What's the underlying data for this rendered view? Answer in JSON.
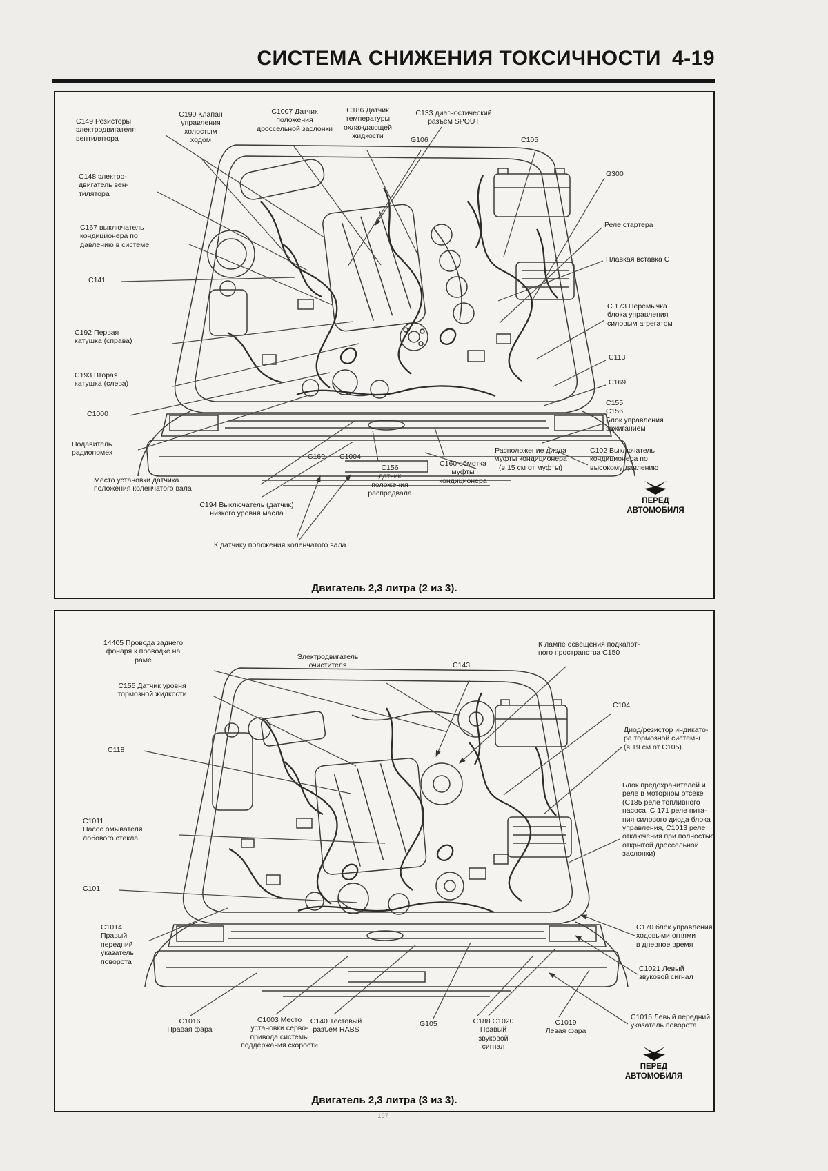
{
  "colors": {
    "paper": "#efedea",
    "ink": "#1f1f1f"
  },
  "header": {
    "title": "СИСТЕМА СНИЖЕНИЯ ТОКСИЧНОСТИ",
    "page_ref": "4-19"
  },
  "page_number": "197",
  "diagram1": {
    "caption": "Двигатель 2,3 литра (2 из 3).",
    "labels": {
      "c149": "C149 Резисторы\nэлектродвигателя\nвентилятора",
      "c148": "C148 электро-\nдвигатель вен-\nтилятора",
      "c167": "C167 выключатель\nкондиционера по\nдавлению в системе",
      "c141": "C141",
      "c192": "C192 Первая\nкатушка (справа)",
      "c193": "C193 Вторая\nкатушка (слева)",
      "c1000": "C1000",
      "radio_suppressor": "Подавитель\nрадиопомех",
      "crank_sensor_location": "Место установки датчика\nположения коленчатого вала",
      "c194": "C194 Выключатель (датчик)\nнизкого уровня масла",
      "to_crank_sensor": "К датчику положения коленчатого вала",
      "c190": "C190 Клапан\nуправления\nхолостым\nходом",
      "c1007": "C1007 Датчик\nположения\nдроссельной заслонки",
      "c186": "C186 Датчик\nтемпературы\nохлаждающей\nжидкости",
      "c133": "C133 диагностический\nразъем SPOUT",
      "g106": "G106",
      "c105": "C105",
      "g300": "G300",
      "starter_relay": "Реле стартера",
      "fuse_link": "Плавкая вставка C",
      "c173": "C 173 Перемычка\nблока управления\nсиловым агрегатом",
      "c113": "C113",
      "c169_right": "C169",
      "ignition_block": "C155\nC156\nБлок управления\nзажиганием",
      "c102": "C102 Выключатель\nкондиционера по\nвысокому давлению",
      "ac_diode": "Расположение диода\nмуфты кондиционера\n(в 15 см от муфты)",
      "c169_bottom": "C169",
      "c1004": "C1004",
      "c156": "C156\nдатчик\nположения\nраспредвала",
      "c160": "C160 обмотка\nмуфты\nкондиционера",
      "front_marker": "ПЕРЕД\nАВТОМОБИЛЯ"
    }
  },
  "diagram2": {
    "caption": "Двигатель 2,3 литра (3 из 3).",
    "labels": {
      "rear_lamp_wires": "14405 Провода заднего\nфонаря к проводке на\nраме",
      "wiper_motor": "Электродвигатель\nочистителя",
      "c143": "C143",
      "underhood_lamp": "К лампе освещения подкапот-\nного пространства C150",
      "c104": "C104",
      "brake_diode": "Диод/резистор индикато-\nра тормозной системы\n(в 19 см от C105)",
      "fuse_relay_box": "Блок предохранителей и\nреле в моторном отсеке\n(C185 реле топливного\nнасоса, C 171 реле пита-\nния силового диода блока\nуправления, C1013 реле\nотключения при полностью\nоткрытой дроссельной\nзаслонки)",
      "c155": "C155 Датчик уровня\nтормозной жидкости",
      "c118": "C118",
      "c1011": "C1011\nНасос омывателя\nлобового стекла",
      "c101": "C101",
      "c1014": "C1014\nПравый\nпередний\nуказатель\nповорота",
      "c170": "C170 блок управления\nходовыми огнями\nв дневное время",
      "c1021": "C1021 Левый\nзвуковой сигнал",
      "c1015": "C1015 Левый передний\nуказатель поворота",
      "c1016": "C1016\nПравая фара",
      "c1003": "C1003 Место\nустановки серво-\nпривода системы\nподдержания скорости",
      "c140": "C140 Тестовый\nразъем RABS",
      "g105": "G105",
      "c188_c1020": "C188 C1020\nПравый\nзвуковой\nсигнал",
      "c1019": "C1019\nЛевая фара",
      "front_marker": "ПЕРЕД\nАВТОМОБИЛЯ"
    }
  }
}
